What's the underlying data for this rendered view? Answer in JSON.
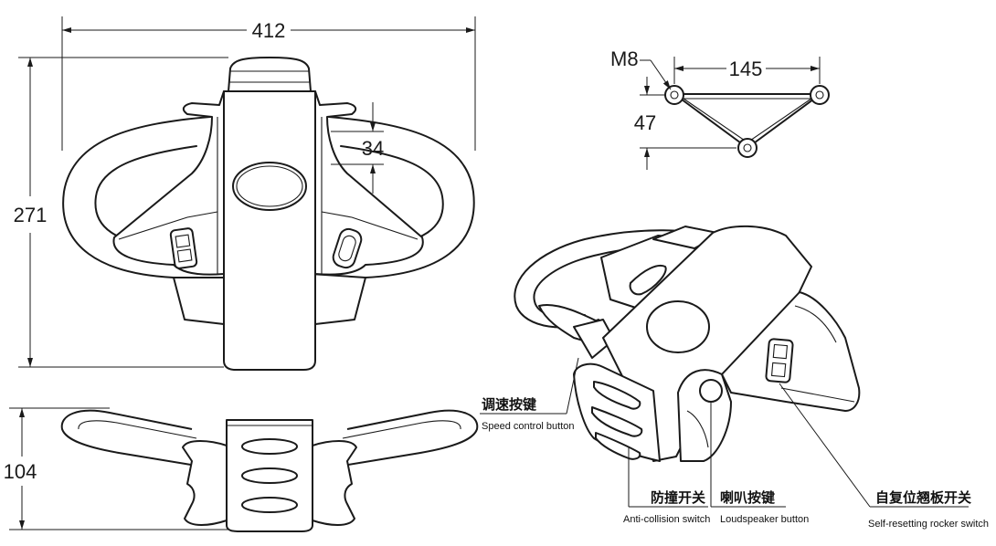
{
  "dimensions": {
    "width_total": "412",
    "height_total": "271",
    "depth_total": "104",
    "rib_height": "34",
    "mount_spacing": "145",
    "mount_depth": "47",
    "bolt_size": "M8"
  },
  "callouts": {
    "speed_cn": "调速按键",
    "speed_en": "Speed control button",
    "anticollision_cn": "防撞开关",
    "anticollision_en": "Anti-collision switch",
    "loudspeaker_cn": "喇叭按键",
    "loudspeaker_en": "Loudspeaker button",
    "rocker_cn": "自复位翘板开关",
    "rocker_en": "Self-resetting rocker switch"
  }
}
